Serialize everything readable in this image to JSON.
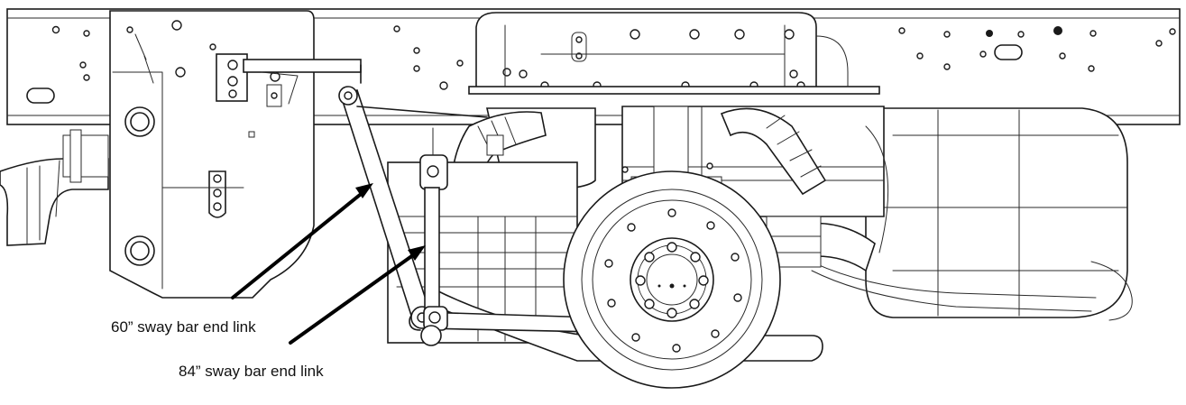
{
  "callouts": [
    {
      "id": "link-60",
      "label": "60” sway bar end link"
    },
    {
      "id": "link-84",
      "label": "84” sway bar end link"
    }
  ],
  "colors": {
    "line": "#1a1a1a",
    "arrow": "#000000",
    "background": "#ffffff"
  }
}
